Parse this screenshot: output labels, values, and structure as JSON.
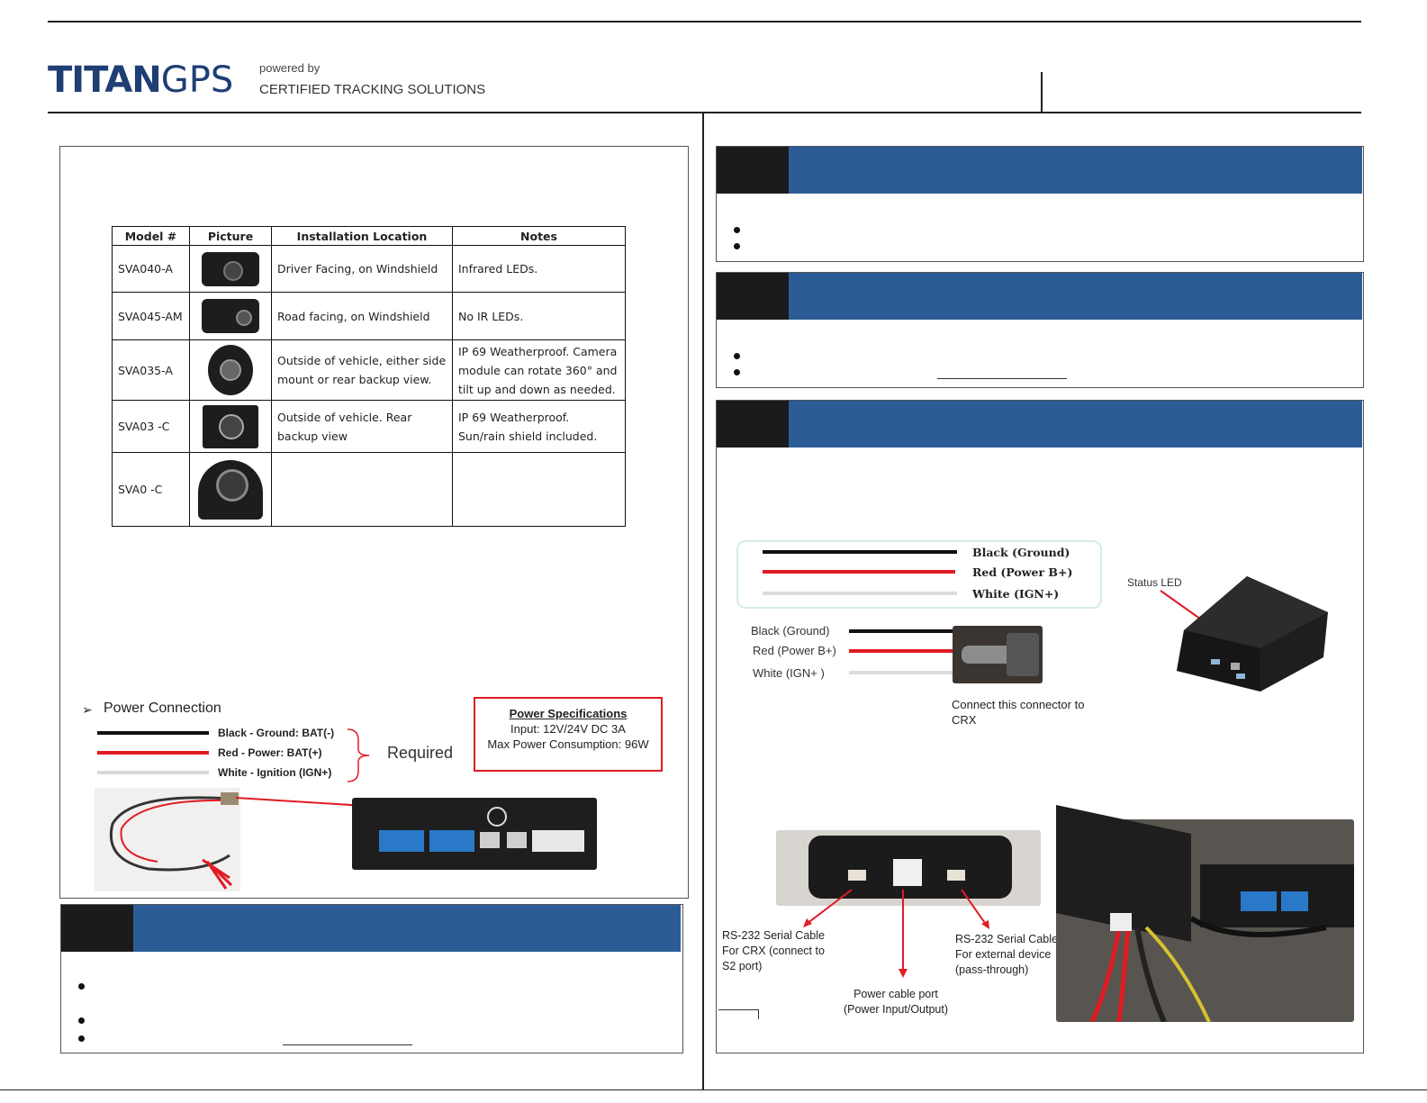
{
  "header": {
    "logo_titan": "TITAN",
    "logo_gps": "GPS",
    "powered_by": "powered by",
    "company": "CERTIFIED TRACKING SOLUTIONS"
  },
  "camera_table": {
    "headers": [
      "Model #",
      "Picture",
      "Installation Location",
      "Notes"
    ],
    "rows": [
      {
        "model": "SVA040-A",
        "location": "Driver Facing, on Windshield",
        "notes": "Infrared LEDs."
      },
      {
        "model": "SVA045-AM",
        "location": "Road facing, on Windshield",
        "notes": "No IR LEDs."
      },
      {
        "model": "SVA035-A",
        "location": "Outside of vehicle, either side mount or rear backup view.",
        "notes": "IP 69 Weatherproof. Camera module can rotate 360° and tilt up and down as needed."
      },
      {
        "model": "SVA03  -C",
        "location": "Outside of vehicle. Rear backup view",
        "notes": "IP 69 Weatherproof. Sun/rain shield included."
      },
      {
        "model": "SVA0   -C",
        "location": "",
        "notes": ""
      }
    ]
  },
  "power": {
    "title": "Power Connection",
    "wires": [
      "Black - Ground: BAT(-)",
      "Red - Power: BAT(+)",
      "White - Ignition (IGN+)"
    ],
    "required": "Required",
    "spec_title": "Power Specifications",
    "spec_input": "Input: 12V/24V DC 3A",
    "spec_max": "Max Power Consumption: 96W"
  },
  "crx": {
    "wires_serif": [
      "Black (Ground)",
      "Red (Power B+)",
      "White (IGN+)"
    ],
    "wires_sans": [
      "Black (Ground)",
      "Red (Power B+)",
      "White (IGN+ )"
    ],
    "status_led": "Status LED",
    "connect_note": "Connect this connector to CRX",
    "rs232_crx": "RS-232 Serial Cable For CRX (connect to S2 port)",
    "rs232_ext": "RS-232 Serial Cable For external device (pass-through)",
    "power_port": "Power cable port (Power Input/Output)"
  },
  "colors": {
    "section_blue": "#2c5c96",
    "logo_blue": "#1f3e74",
    "spec_red": "#e01b24"
  }
}
